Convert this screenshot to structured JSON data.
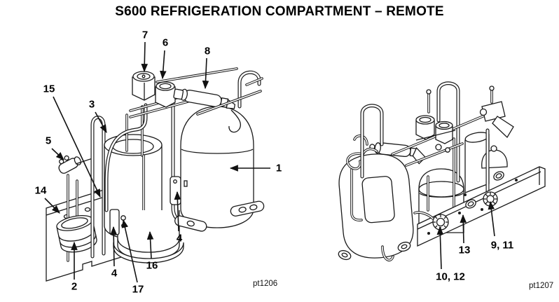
{
  "title": "S600 REFRIGERATION COMPARTMENT – REMOTE",
  "figures": [
    {
      "id": "pt1206",
      "callouts": [
        "7",
        "6",
        "8",
        "15",
        "3",
        "5",
        "14",
        "1",
        "2",
        "4",
        "17",
        "16",
        "4"
      ]
    },
    {
      "id": "pt1207",
      "callouts": [
        "10, 12",
        "13",
        "9, 11"
      ]
    }
  ],
  "colors": {
    "background": "#ffffff",
    "line": "#1a1a1a",
    "text": "#000000"
  }
}
